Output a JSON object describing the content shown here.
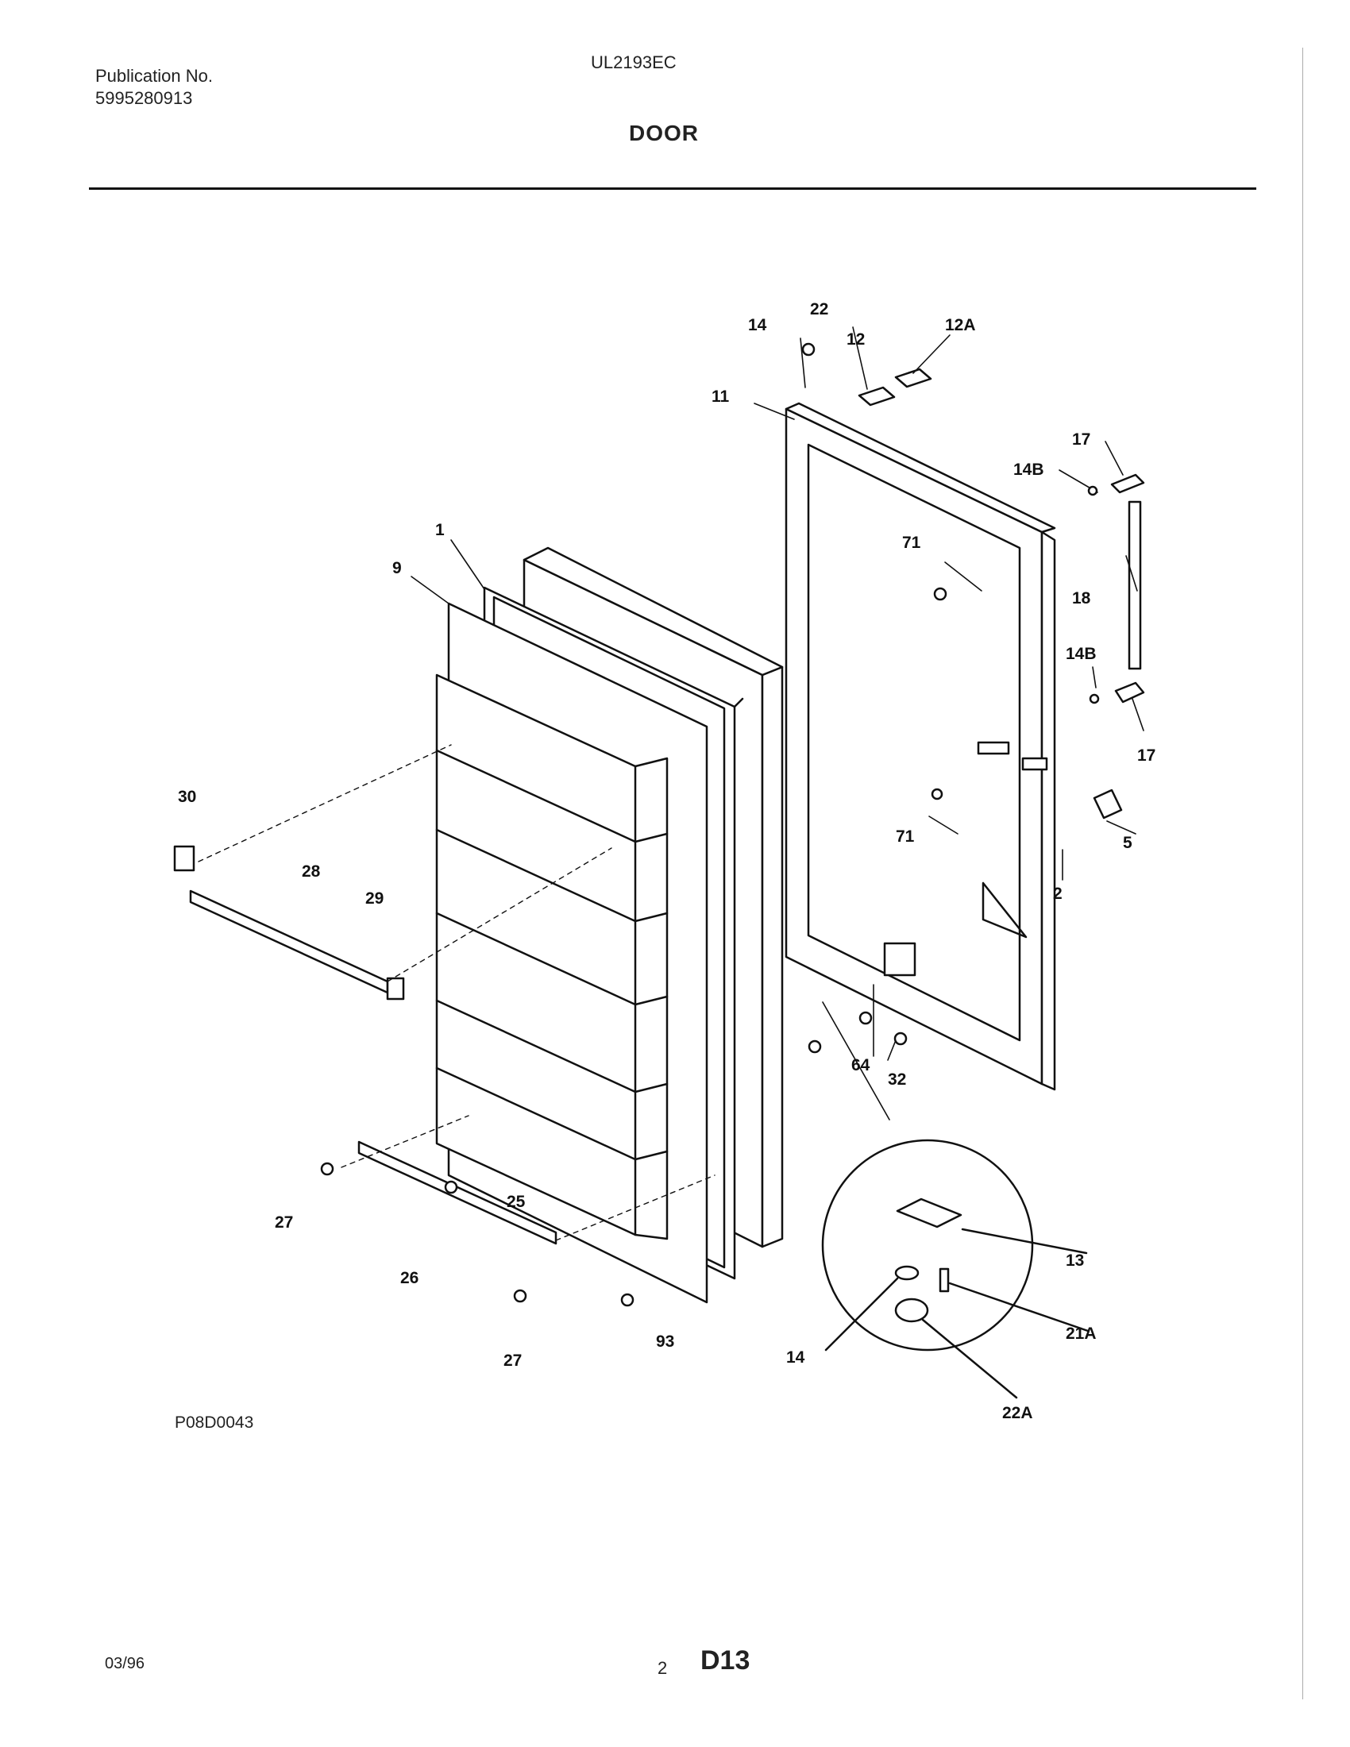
{
  "header": {
    "publication_label": "Publication No.",
    "publication_number": "5995280913",
    "model": "UL2193EC",
    "title": "DOOR"
  },
  "diagram": {
    "figure_code": "P08D0043",
    "callouts": {
      "c22": "22",
      "c14_top": "14",
      "c12": "12",
      "c12A": "12A",
      "c11": "11",
      "c17_top": "17",
      "c14B_top": "14B",
      "c18": "18",
      "c71_top": "71",
      "c14B_mid": "14B",
      "c17_bot": "17",
      "c1": "1",
      "c9": "9",
      "c30": "30",
      "c28": "28",
      "c29": "29",
      "c71_bot": "71",
      "c5": "5",
      "c2": "2",
      "c64": "64",
      "c32": "32",
      "c27_left": "27",
      "c25": "25",
      "c26": "26",
      "c27_bot": "27",
      "c93": "93",
      "c13": "13",
      "c21A": "21A",
      "c14_det": "14",
      "c22A": "22A"
    }
  },
  "footer": {
    "date": "03/96",
    "page": "2",
    "section": "D13"
  }
}
